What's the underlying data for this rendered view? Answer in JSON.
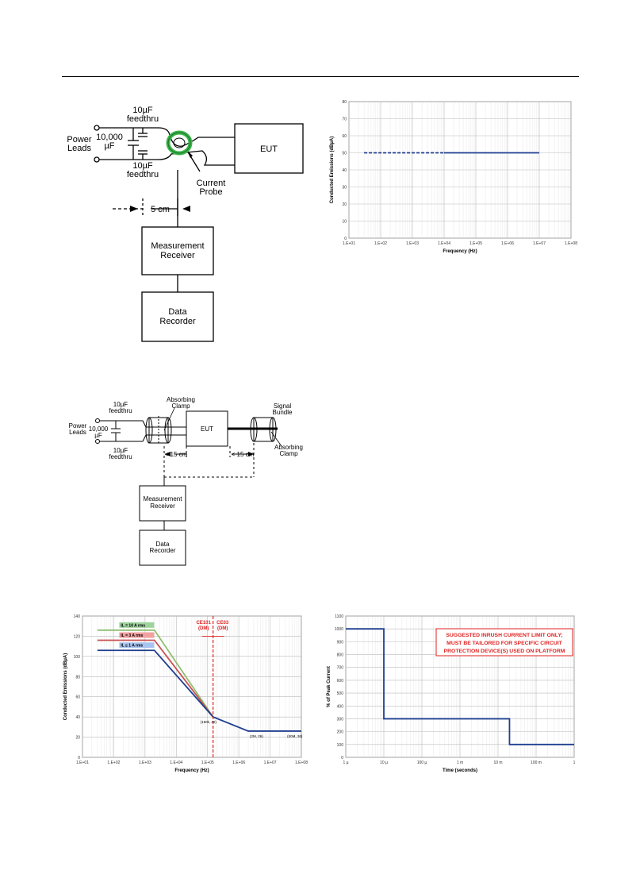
{
  "fig1": {
    "feedthru_top": [
      "10µF",
      "feedthru"
    ],
    "feedthru_bottom": [
      "10µF",
      "feedthru"
    ],
    "cap_value": [
      "10,000",
      "µF"
    ],
    "power_leads": [
      "Power",
      "Leads"
    ],
    "eut": "EUT",
    "current_probe": [
      "Current",
      "Probe"
    ],
    "distance": "5 cm",
    "receiver": [
      "Measurement",
      "Receiver"
    ],
    "recorder": [
      "Data",
      "Recorder"
    ]
  },
  "fig2": {
    "feedthru_top": [
      "10µF",
      "feedthru"
    ],
    "feedthru_bottom": [
      "10µF",
      "feedthru"
    ],
    "cap_value": [
      "10,000",
      "µF"
    ],
    "power_leads": [
      "Power",
      "Leads"
    ],
    "absorbing_clamp_left": [
      "Absorbing",
      "Clamp"
    ],
    "eut": "EUT",
    "signal_bundle": [
      "Signal",
      "Bundle"
    ],
    "absorbing_clamp_right": [
      "Absorbing",
      "Clamp"
    ],
    "dist_left": "< 15 cm",
    "dist_right": "< 15 cm",
    "receiver": [
      "Measurement",
      "Receiver"
    ],
    "recorder": [
      "Data",
      "Recorder"
    ]
  },
  "chart_data": [
    {
      "type": "line",
      "xlabel": "Frequency (Hz)",
      "ylabel": "Conducted Emissions (dBµA)",
      "x_scale": "log",
      "xlim": [
        10,
        100000000
      ],
      "ylim": [
        0,
        80
      ],
      "yticks": [
        0,
        10,
        20,
        30,
        40,
        50,
        60,
        70,
        80
      ],
      "xtick_labels": [
        "1.E+01",
        "1.E+02",
        "1.E+03",
        "1.E+04",
        "1.E+05",
        "1.E+06",
        "1.E+07",
        "1.E+08"
      ],
      "grid": true,
      "series": [
        {
          "color": "#1f3f8f",
          "style": "dashed",
          "x": [
            30,
            10000
          ],
          "y": [
            50,
            50
          ]
        },
        {
          "color": "#1f3f8f",
          "style": "solid",
          "x": [
            10000,
            10000000
          ],
          "y": [
            50,
            50
          ]
        }
      ]
    },
    {
      "type": "line",
      "xlabel": "Frequency (Hz)",
      "ylabel": "Conducted Emissions (dBµA)",
      "x_scale": "log",
      "xlim": [
        10,
        100000000
      ],
      "ylim": [
        0,
        140
      ],
      "yticks": [
        0,
        20,
        40,
        60,
        80,
        100,
        120,
        140
      ],
      "xtick_labels": [
        "1.E+01",
        "1.E+02",
        "1.E+03",
        "1.E+04",
        "1.E+05",
        "1.E+06",
        "1.E+07",
        "1.E+08"
      ],
      "grid": true,
      "vline": {
        "x": 150000,
        "color": "#e02020"
      },
      "vline_labels": [
        {
          "lines": [
            "CE101",
            "(DM)"
          ],
          "color": "#e02020"
        },
        {
          "lines": [
            "CE03",
            "(DM)"
          ],
          "color": "#e02020"
        }
      ],
      "series": [
        {
          "name": "IL = 10 A rms",
          "label_bg": "#9ed39e",
          "color": "#8fbf6f",
          "x": [
            30,
            2000,
            150000
          ],
          "y": [
            126,
            126,
            40
          ]
        },
        {
          "name": "IL = 3 A rms",
          "label_bg": "#f2a0a0",
          "color": "#c85050",
          "x": [
            30,
            2000,
            150000
          ],
          "y": [
            116,
            116,
            40
          ]
        },
        {
          "name": "IL ≤ 1 A rms",
          "label_bg": "#a8c4f0",
          "color": "#1f3f8f",
          "x": [
            30,
            2000,
            150000,
            2000000,
            100000000
          ],
          "y": [
            106,
            106,
            40,
            26,
            26
          ]
        }
      ],
      "annotations": [
        "(150k, 40)",
        "(2M, 26)",
        "(50M, 26)"
      ]
    },
    {
      "type": "line",
      "xlabel": "Time (seconds)",
      "ylabel": "% of Peak Current",
      "x_scale": "log",
      "xlim": [
        1e-06,
        1
      ],
      "ylim": [
        0,
        1100
      ],
      "yticks": [
        0,
        100,
        200,
        300,
        400,
        500,
        600,
        700,
        800,
        900,
        1000,
        1100
      ],
      "xtick_labels": [
        "1 µ",
        "10 µ",
        "100 µ",
        "1 m",
        "10 m",
        "100 m",
        "1"
      ],
      "grid": true,
      "notice": [
        "SUGGESTED INRUSH CURRENT LIMIT ONLY;",
        "MUST BE TAILORED FOR SPECIFIC CIRCUIT",
        "PROTECTION DEVICE(S) USED ON PLATFORM"
      ],
      "notice_color": "#e02020",
      "series": [
        {
          "color": "#1f3f8f",
          "x": [
            1e-06,
            1e-05,
            1e-05,
            0.02,
            0.02,
            1
          ],
          "y": [
            1000,
            1000,
            300,
            300,
            100,
            100
          ]
        }
      ]
    }
  ]
}
